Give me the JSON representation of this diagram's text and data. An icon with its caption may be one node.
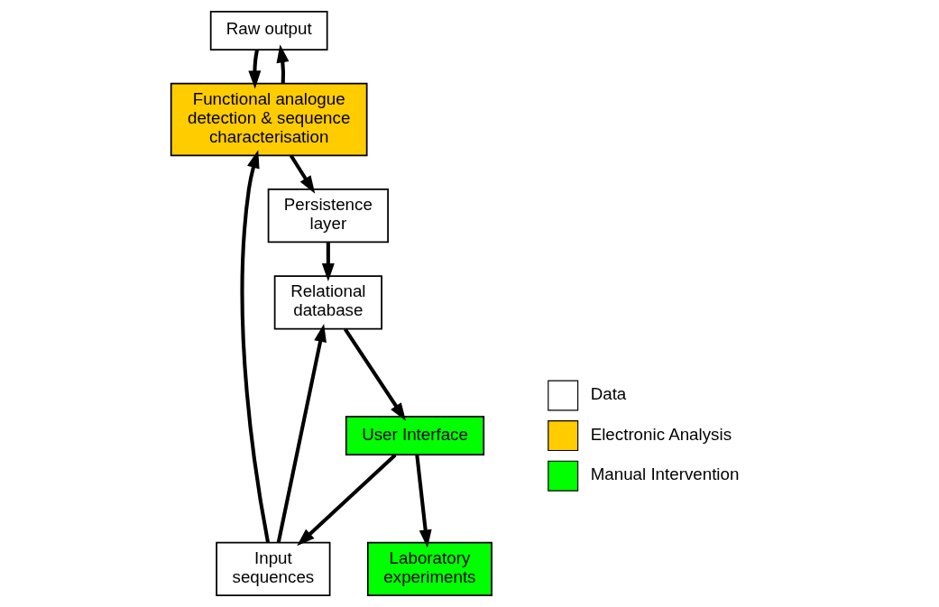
{
  "diagram": {
    "nodes": [
      {
        "text": [
          "Raw output"
        ]
      },
      {
        "text": [
          "Functional analogue detection & sequence characterisation"
        ]
      },
      {
        "text": [
          "Persistence layer"
        ]
      },
      {
        "text": [
          "Relational database"
        ]
      },
      {
        "text": [
          "Input sequences"
        ]
      },
      {
        "text": [
          "User Interface"
        ]
      },
      {
        "text": [
          "Laboratory experiments"
        ]
      }
    ],
    "edges": [
      {
        "from": 0,
        "to": 1,
        "arrow": "to"
      },
      {
        "from": 1,
        "to": 0,
        "arrow": "to"
      },
      {
        "from": 1,
        "to": 2,
        "arrow": "to"
      },
      {
        "from": 2,
        "to": 3,
        "arrow": "to"
      },
      {
        "from": 4,
        "to": 1,
        "arrow": "to"
      },
      {
        "from": 4,
        "to": 3,
        "arrow": "to"
      },
      {
        "from": 3,
        "to": 5,
        "arrow": "to"
      },
      {
        "from": 5,
        "to": 4,
        "arrow": "to"
      },
      {
        "from": 5,
        "to": 6,
        "arrow": "to"
      }
    ],
    "legend": [
      {
        "text": "Data",
        "color": "#ffffff"
      },
      {
        "text": "Electronic Analysis",
        "color": "#ffcc00"
      },
      {
        "text": "Manual Intervention",
        "color": "#00ff00"
      }
    ]
  }
}
